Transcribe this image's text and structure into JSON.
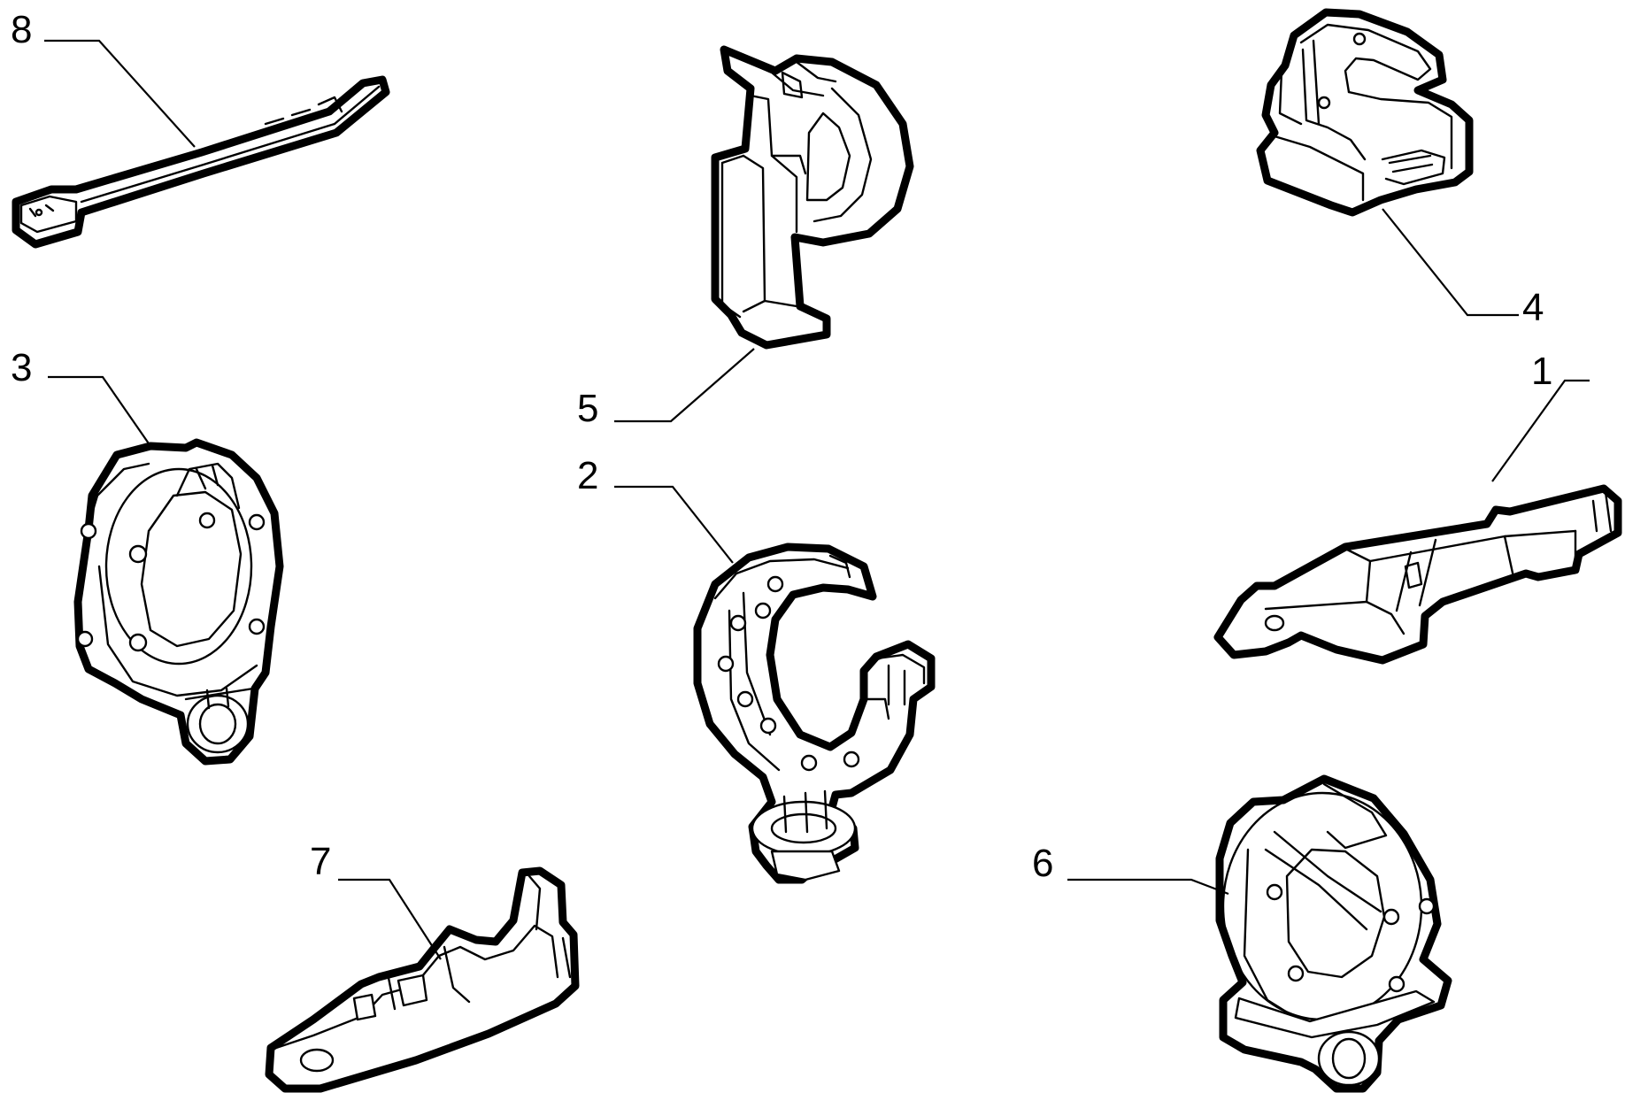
{
  "diagram": {
    "parts": [
      {
        "id": "part-1",
        "label": "1",
        "shape": "bracket-plate"
      },
      {
        "id": "part-2",
        "label": "2",
        "shape": "c-clip-with-push-pin"
      },
      {
        "id": "part-3",
        "label": "3",
        "shape": "ring-clip-with-push-pin"
      },
      {
        "id": "part-4",
        "label": "4",
        "shape": "hook-clip"
      },
      {
        "id": "part-5",
        "label": "5",
        "shape": "p-clip"
      },
      {
        "id": "part-6",
        "label": "6",
        "shape": "ring-clip-with-base"
      },
      {
        "id": "part-7",
        "label": "7",
        "shape": "plate-clip"
      },
      {
        "id": "part-8",
        "label": "8",
        "shape": "cable-tie"
      }
    ]
  }
}
